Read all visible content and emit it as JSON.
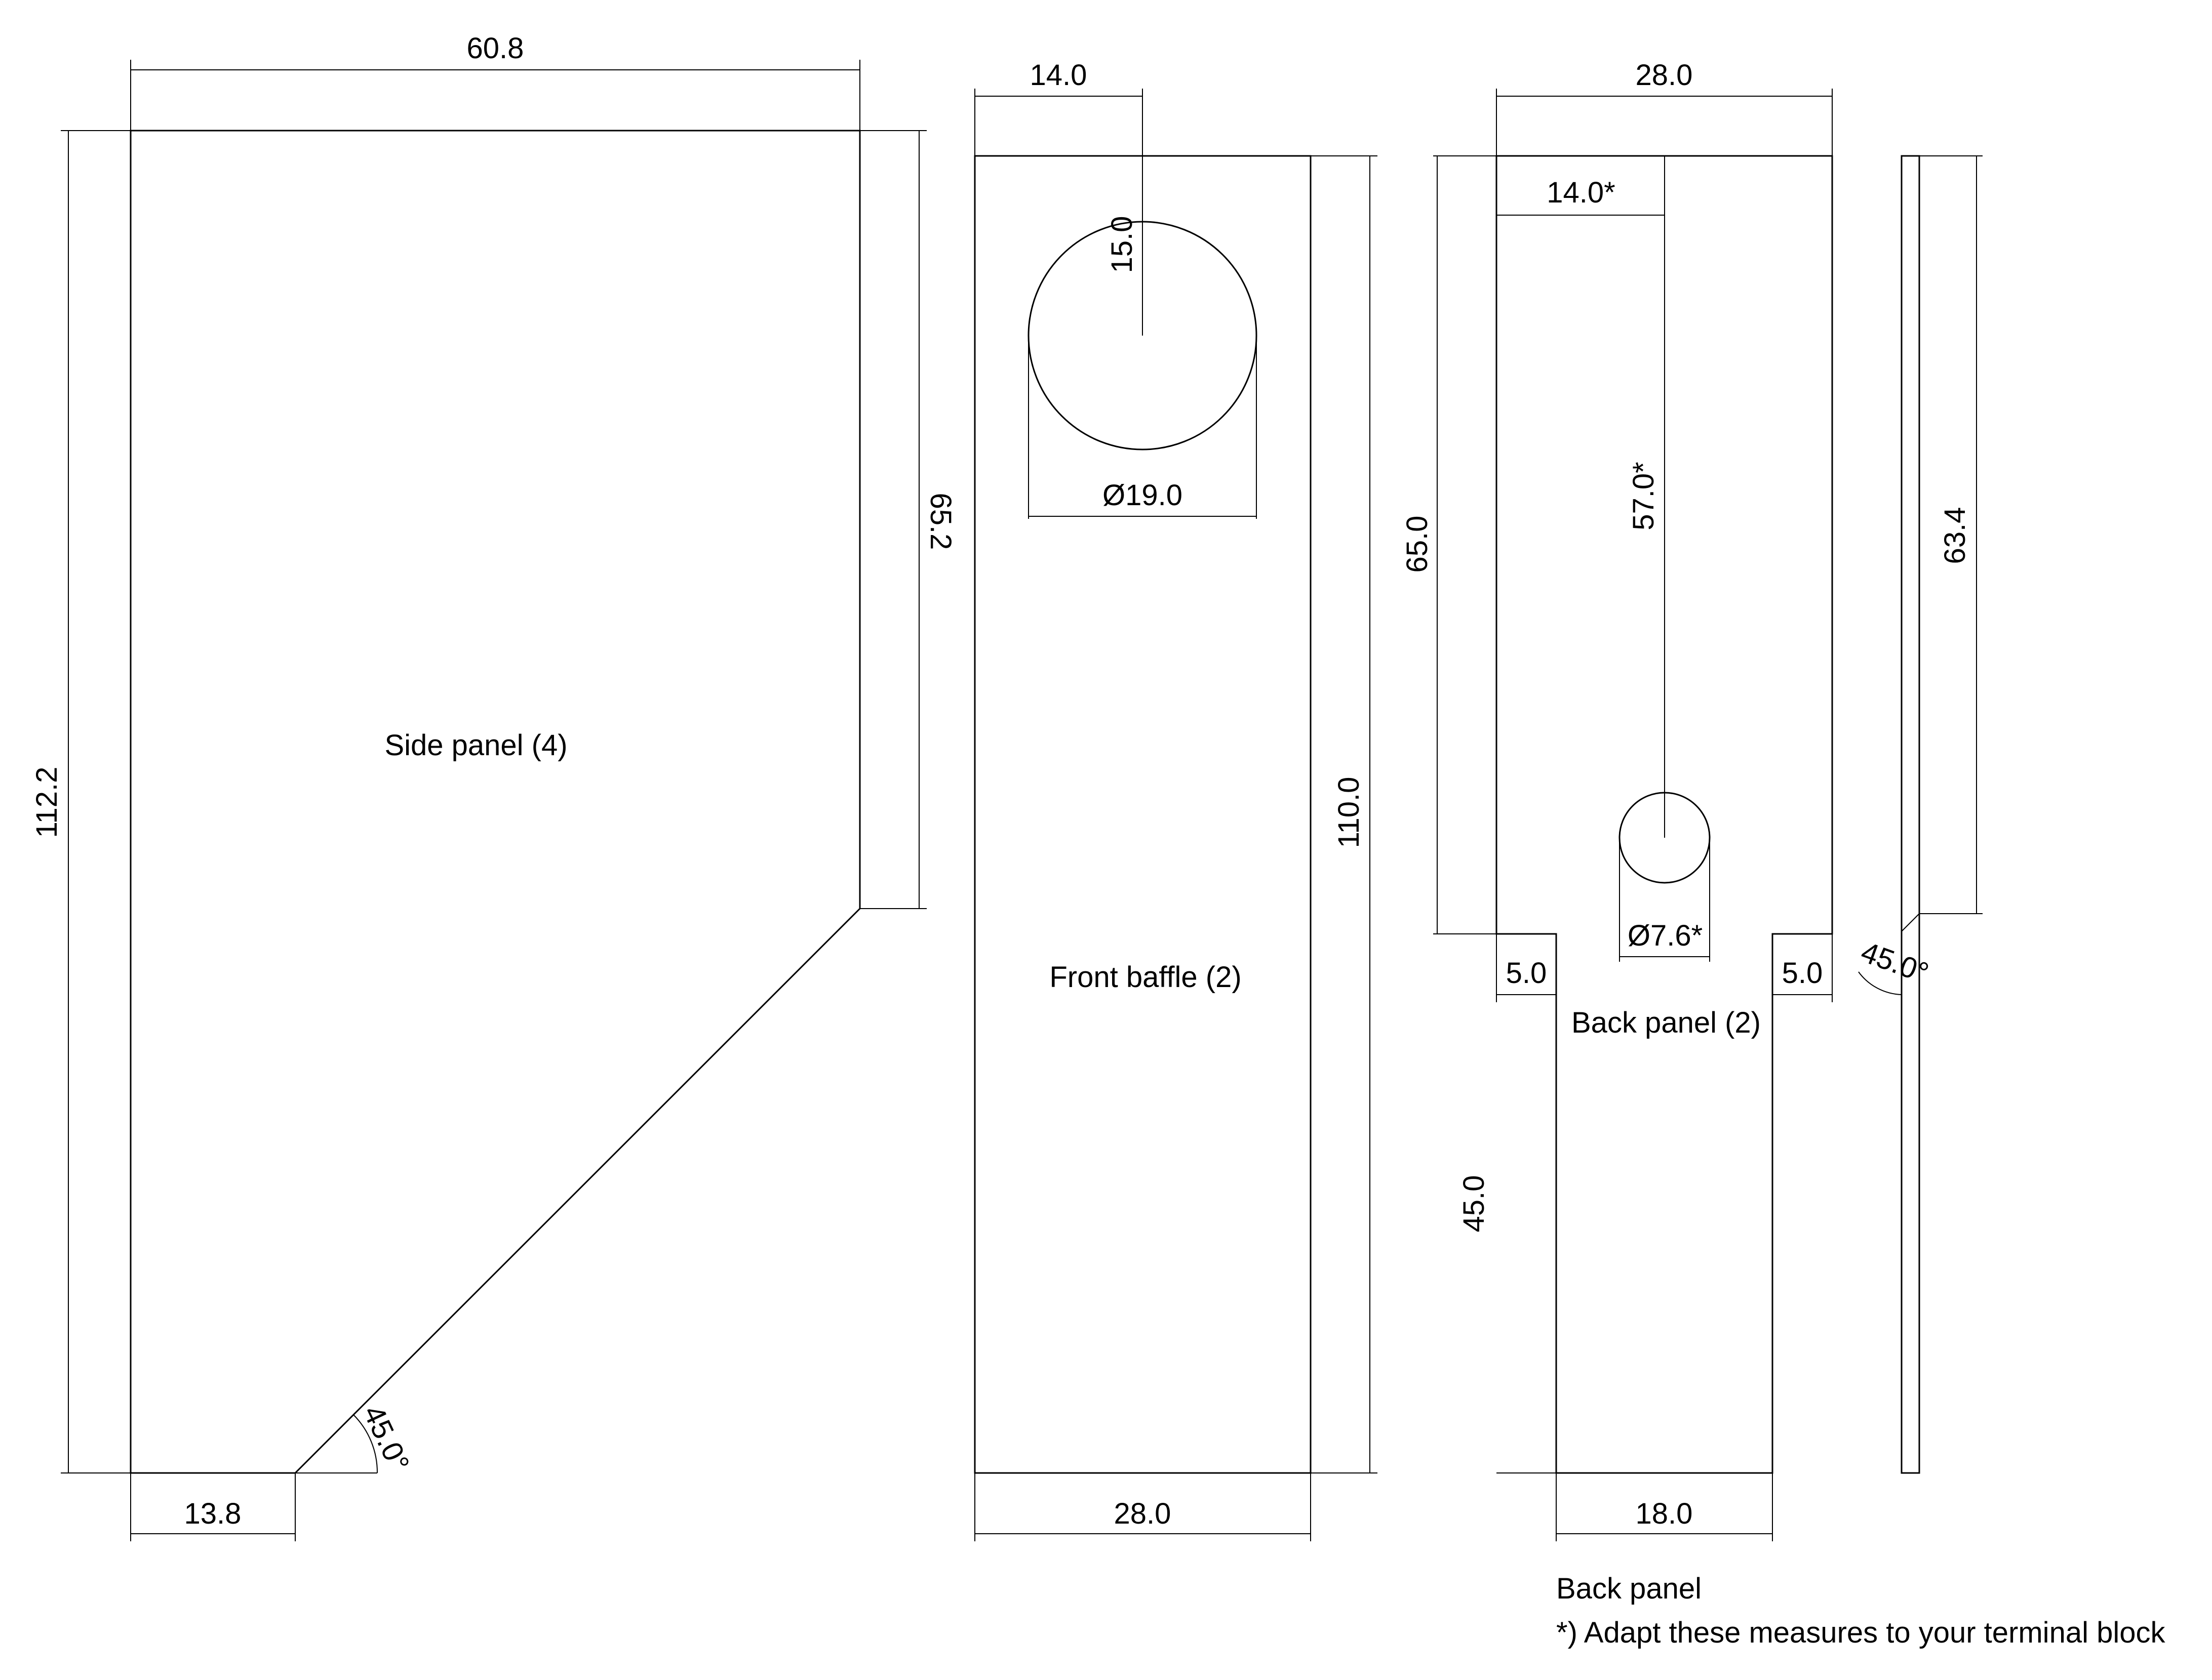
{
  "colors": {
    "line": "#000000",
    "background": "#ffffff"
  },
  "side_panel": {
    "label": "Side panel (4)",
    "dims": {
      "width": "60.8",
      "height": "112.2",
      "right_height": "65.2",
      "bottom": "13.8",
      "angle": "45.0°"
    }
  },
  "front_baffle": {
    "label": "Front baffle (2)",
    "dims": {
      "hole_offset": "14.0",
      "hole_depth": "15.0",
      "hole_diameter": "Ø19.0",
      "height": "110.0",
      "width": "28.0"
    }
  },
  "back_panel": {
    "label": "Back panel (2)",
    "dims": {
      "width": "28.0",
      "hole_offset": "14.0*",
      "upper_height": "65.0",
      "hole_depth": "57.0*",
      "hole_diameter": "Ø7.6*",
      "notch_left": "5.0",
      "notch_right": "5.0",
      "lower_height": "45.0",
      "bottom_width": "18.0"
    }
  },
  "side_strip": {
    "dims": {
      "height": "63.4",
      "angle": "45.0°"
    }
  },
  "notes": {
    "title": "Back panel",
    "adapt": "*) Adapt these measures to your terminal block"
  }
}
